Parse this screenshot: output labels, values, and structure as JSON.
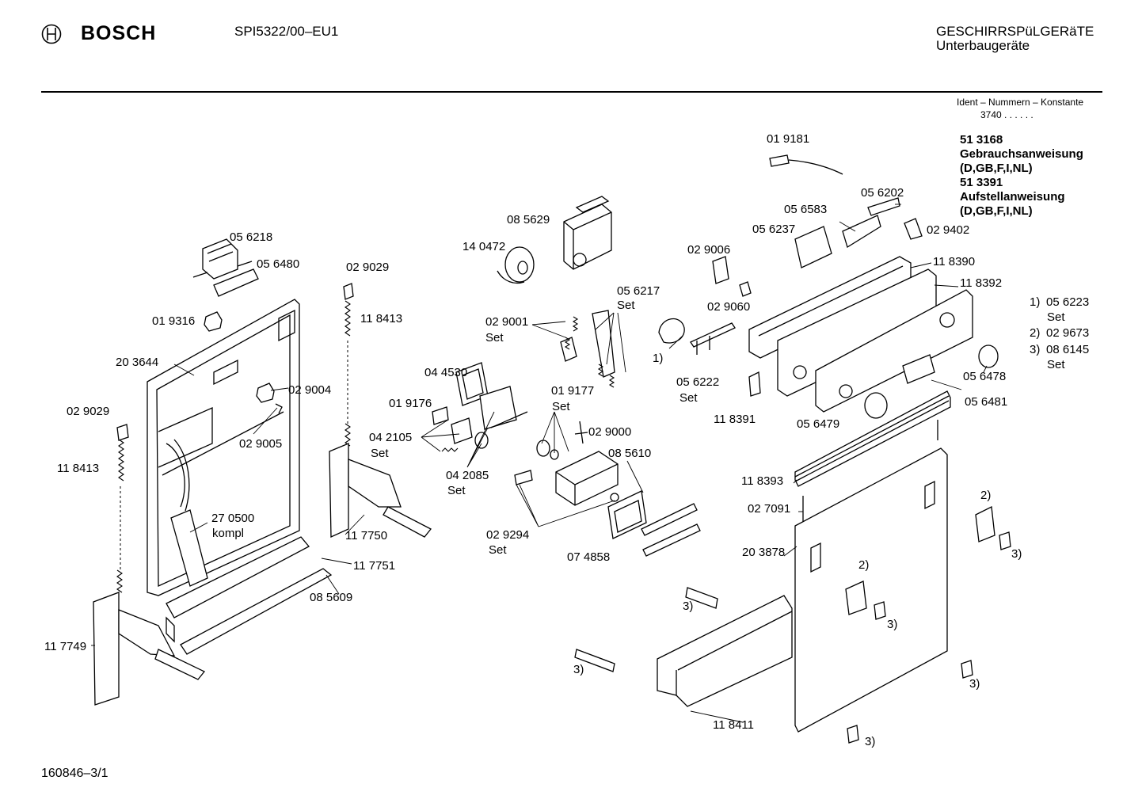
{
  "header": {
    "brand": "BOSCH",
    "model": "SPI5322/00–EU1",
    "category_line1": "GESCHIRRSPüLGERäTE",
    "category_line2": "Unterbaugeräte",
    "ident_label": "Ident – Nummern – Konstante",
    "ident_code": "3740 . . . . . ."
  },
  "documents": [
    "51 3168",
    "Gebrauchsanweisung",
    "(D,GB,F,I,NL)",
    "51 3391",
    "Aufstellanweisung",
    "(D,GB,F,I,NL)"
  ],
  "parts": {
    "p019181": "01 9181",
    "p056202": "05 6202",
    "p056583": "05 6583",
    "p056237": "05 6237",
    "p029402": "02 9402",
    "p118390": "11 8390",
    "p118392": "11 8392",
    "p085629": "08 5629",
    "p140472": "14 0472",
    "p029006": "02 9006",
    "p029060": "02 9060",
    "p056218": "05 6218",
    "p056480": "05 6480",
    "p029029a": "02 9029",
    "p118413a": "11 8413",
    "p056217": "05 6217",
    "p029001": "02 9001",
    "p019316": "01 9316",
    "p203644": "20 3644",
    "p029004": "02 9004",
    "p029005": "02 9005",
    "p044530": "04 4530",
    "p019176": "01 9176",
    "p042105": "04 2105",
    "p042085": "04 2085",
    "p019177": "01 9177",
    "p029000": "02 9000",
    "p085610": "08 5610",
    "p056222": "05 6222",
    "p118391": "11 8391",
    "p056479": "05 6479",
    "p056478": "05 6478",
    "p056481": "05 6481",
    "p029029b": "02 9029",
    "p118413b": "11 8413",
    "p270500": "27 0500",
    "kompl": "kompl",
    "p117750": "11 7750",
    "p117751": "11 7751",
    "p085609": "08 5609",
    "p029294": "02 9294",
    "p074858": "07 4858",
    "p118393": "11 8393",
    "p027091": "02 7091",
    "p203878": "20 3878",
    "p117749": "11 7749",
    "p118411": "11 8411"
  },
  "set_label": "Set",
  "notes": {
    "n1": "1)",
    "n2": "2)",
    "n3": "3)"
  },
  "footnotes": [
    {
      "num": "1)",
      "code": "05 6223",
      "suffix": "Set"
    },
    {
      "num": "2)",
      "code": "02 9673",
      "suffix": ""
    },
    {
      "num": "3)",
      "code": "08 6145",
      "suffix": "Set"
    }
  ],
  "footer": "160846–3/1"
}
